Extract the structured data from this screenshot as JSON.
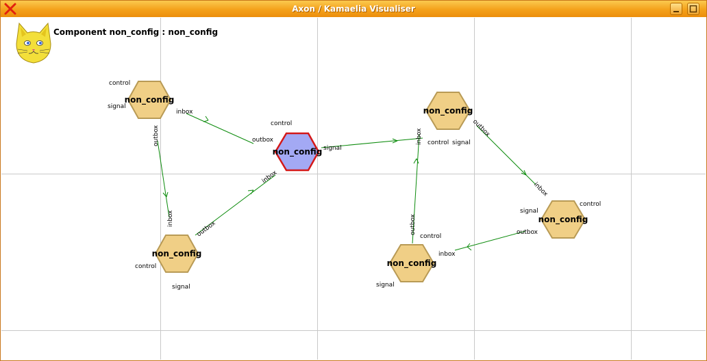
{
  "window": {
    "title": "Axon / Kamaelia Visualiser"
  },
  "heading": "Component non_config : non_config",
  "colors": {
    "node_fill": "#f0cf86",
    "node_stroke": "#b89a55",
    "selected_fill": "#a3a9f4",
    "selected_stroke": "#d41818",
    "link": "#0a8a0a",
    "grid": "#c8c8c8"
  },
  "nodes": [
    {
      "id": "n1",
      "label": "non_config"
    },
    {
      "id": "n2",
      "label": "non_config"
    },
    {
      "id": "n3",
      "label": "non_config",
      "selected": true
    },
    {
      "id": "n4",
      "label": "non_config"
    },
    {
      "id": "n5",
      "label": "non_config"
    },
    {
      "id": "n6",
      "label": "non_config"
    }
  ],
  "ports": [
    "control",
    "signal",
    "inbox",
    "outbox",
    "control",
    "signal",
    "inbox",
    "outbox",
    "control",
    "signal",
    "inbox",
    "outbox",
    "control",
    "signal",
    "inbox",
    "outbox",
    "control",
    "signal",
    "inbox",
    "outbox",
    "control",
    "signal",
    "inbox",
    "outbox"
  ],
  "links": [
    {
      "from": "n3.outbox",
      "to": "n1.inbox"
    },
    {
      "from": "n1.outbox",
      "to": "n2.inbox"
    },
    {
      "from": "n2.outbox",
      "to": "n3.inbox"
    },
    {
      "from": "n3.signal",
      "to": "n4.inbox"
    },
    {
      "from": "n4.outbox",
      "to": "n5.inbox"
    },
    {
      "from": "n5.outbox",
      "to": "n6.inbox"
    },
    {
      "from": "n6.outbox",
      "to": "n4.inbox"
    }
  ]
}
